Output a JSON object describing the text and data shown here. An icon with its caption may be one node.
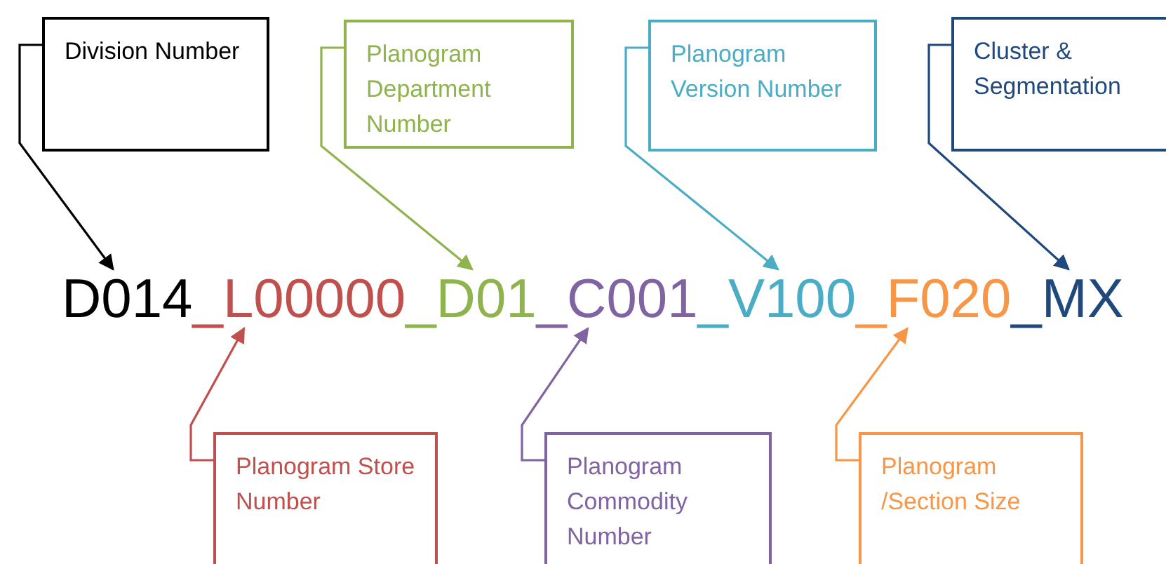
{
  "diagram": {
    "nodes": [
      {
        "text": [
          "Division Number"
        ]
      },
      {
        "text": [
          "Planogram Department Number"
        ]
      },
      {
        "text": [
          "Planogram Version Number"
        ]
      },
      {
        "text": [
          "Cluster & Segmentation"
        ]
      },
      {
        "text": [
          "D014"
        ]
      },
      {
        "text": [
          "L00000"
        ]
      },
      {
        "text": [
          "D01"
        ]
      },
      {
        "text": [
          "C001"
        ]
      },
      {
        "text": [
          "V100"
        ]
      },
      {
        "text": [
          "F020"
        ]
      },
      {
        "text": [
          "MX"
        ]
      },
      {
        "text": [
          "Planogram Store Number"
        ]
      },
      {
        "text": [
          "Planogram Commodity Number"
        ]
      },
      {
        "text": [
          "Planogram /Section Size"
        ]
      }
    ],
    "edges": [
      {
        "from": 0,
        "to": 4,
        "arrow": "to",
        "color": "#000000"
      },
      {
        "from": 1,
        "to": 6,
        "arrow": "to",
        "color": "#8fb34d"
      },
      {
        "from": 2,
        "to": 8,
        "arrow": "to",
        "color": "#4bacc6"
      },
      {
        "from": 3,
        "to": 10,
        "arrow": "to",
        "color": "#1f497d"
      },
      {
        "from": 11,
        "to": 5,
        "arrow": "to",
        "color": "#c0504d"
      },
      {
        "from": 12,
        "to": 7,
        "arrow": "to",
        "color": "#8064a2"
      },
      {
        "from": 13,
        "to": 9,
        "arrow": "to",
        "color": "#f79646"
      }
    ],
    "labels": [
      "_",
      "_",
      "_",
      "_",
      "_",
      "_"
    ]
  }
}
